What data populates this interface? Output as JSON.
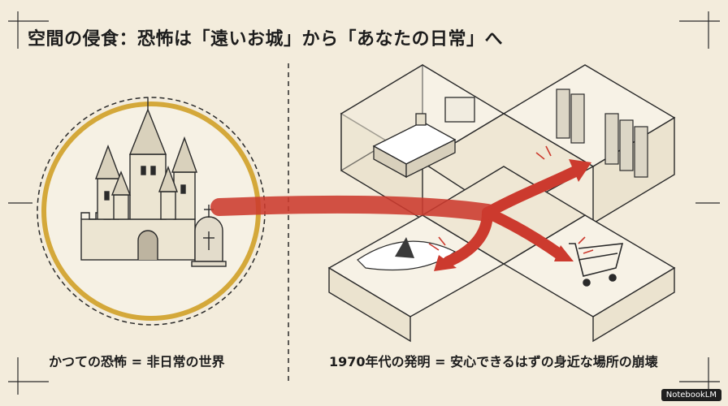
{
  "title": "空間の侵食：恐怖は「遠いお城」から「あなたの日常」へ",
  "captions": {
    "left": "かつての恐怖 = 非日常の世界",
    "right": "1970年代の発明 = 安心できるはずの身近な場所の崩壊"
  },
  "badge": "NotebookLM",
  "colors": {
    "background": "#f3ecdc",
    "accent_red": "#cc3a2e",
    "gold_ring": "#d4a83a",
    "ink": "#2a2a2a"
  }
}
